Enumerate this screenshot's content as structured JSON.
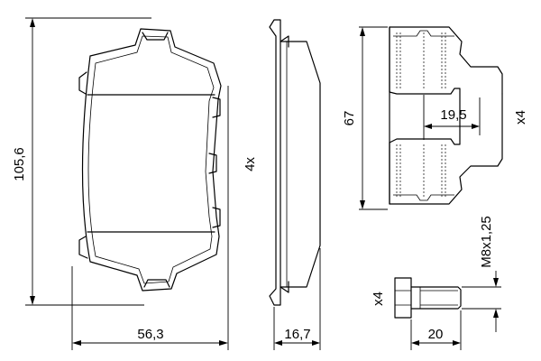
{
  "drawing": {
    "pad": {
      "height": "105,6",
      "width": "56,3",
      "thickness": "16,7",
      "quantity": "4x"
    },
    "clip": {
      "height": "67",
      "span": "19,5",
      "quantity": "x4"
    },
    "bolt": {
      "thread": "M8x1,25",
      "length": "20",
      "quantity": "x4"
    }
  }
}
